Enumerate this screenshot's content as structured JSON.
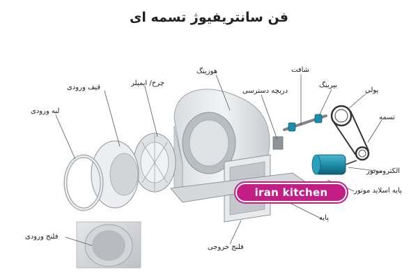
{
  "title": "فن سانتریفیوژ تسمه ای",
  "labels": {
    "housing": "هوزینگ",
    "shaft": "شافت",
    "bearing": "بیرینگ",
    "pulley": "پولی",
    "belt": "تسمه",
    "access_door": "دریچه دسترسی",
    "impeller": "چرخ/ ایمپلر",
    "inlet_cone": "قیف ورودی",
    "inlet_lip": "لبه ورودی",
    "motor": "الکتروموتور",
    "motor_base": "پایه اسلاید موتور",
    "base": "پایه",
    "inlet_flange": "فلنج ورودی",
    "outlet_flange": "فلنج خروجی"
  },
  "logo": {
    "text": "iran kitchen"
  },
  "colors": {
    "metal_light": "#eceef0",
    "metal_mid": "#c9cdd1",
    "metal_dark": "#9ea4aa",
    "motor": "#1e8ea8",
    "belt": "#333333",
    "logo": "#c21e86",
    "leader": "#555555"
  }
}
